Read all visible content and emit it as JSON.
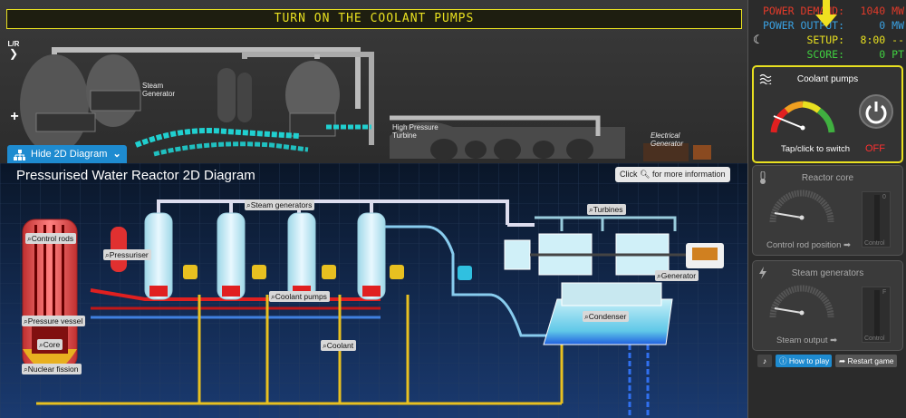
{
  "banner": "TURN ON THE COOLANT PUMPS",
  "scene": {
    "lr_label": "L/R",
    "steam_generator_label": "Steam\nGenerator",
    "hp_turbine_label": "High Pressure\nTurbine",
    "electrical_generator_label": "Electrical\nGenerator"
  },
  "hide_button": "Hide 2D Diagram",
  "diagram": {
    "title": "Pressurised Water Reactor 2D Diagram",
    "click_info_before": "Click",
    "click_info_after": "for more information",
    "tags": {
      "control_rods": "Control rods",
      "pressuriser": "Pressuriser",
      "steam_generators": "Steam generators",
      "turbines": "Turbines",
      "generator": "Generator",
      "coolant_pumps": "Coolant pumps",
      "condenser": "Condenser",
      "pressure_vessel": "Pressure vessel",
      "core": "Core",
      "coolant": "Coolant",
      "nuclear_fission": "Nuclear fission"
    }
  },
  "stats": {
    "power_demand_label": "POWER DEMAND:",
    "power_demand_value": "1040 MW",
    "power_output_label": "POWER OUTPUT:",
    "power_output_value": "0 MW",
    "setup_label": "SETUP:",
    "setup_value": "8:00 --",
    "score_label": "SCORE:",
    "score_value": "0 PT"
  },
  "panels": {
    "coolant": {
      "title": "Coolant pumps",
      "caption": "Tap/click to switch",
      "state": "OFF"
    },
    "core": {
      "title": "Reactor core",
      "caption": "Control rod position ➡",
      "slider_label": "Control",
      "slider_value": "0"
    },
    "steam": {
      "title": "Steam generators",
      "caption": "Steam output ➡",
      "slider_label": "Control",
      "slider_value": "F"
    }
  },
  "buttons": {
    "how_to_play": "How to play",
    "restart": "Restart game"
  },
  "colors": {
    "accent_yellow": "#e8e020",
    "demand_red": "#e03a2a",
    "output_blue": "#3aa0e0",
    "setup_yellow": "#e8e020",
    "score_green": "#40d040",
    "off_red": "#ff3030",
    "button_blue": "#1e8bd0"
  }
}
